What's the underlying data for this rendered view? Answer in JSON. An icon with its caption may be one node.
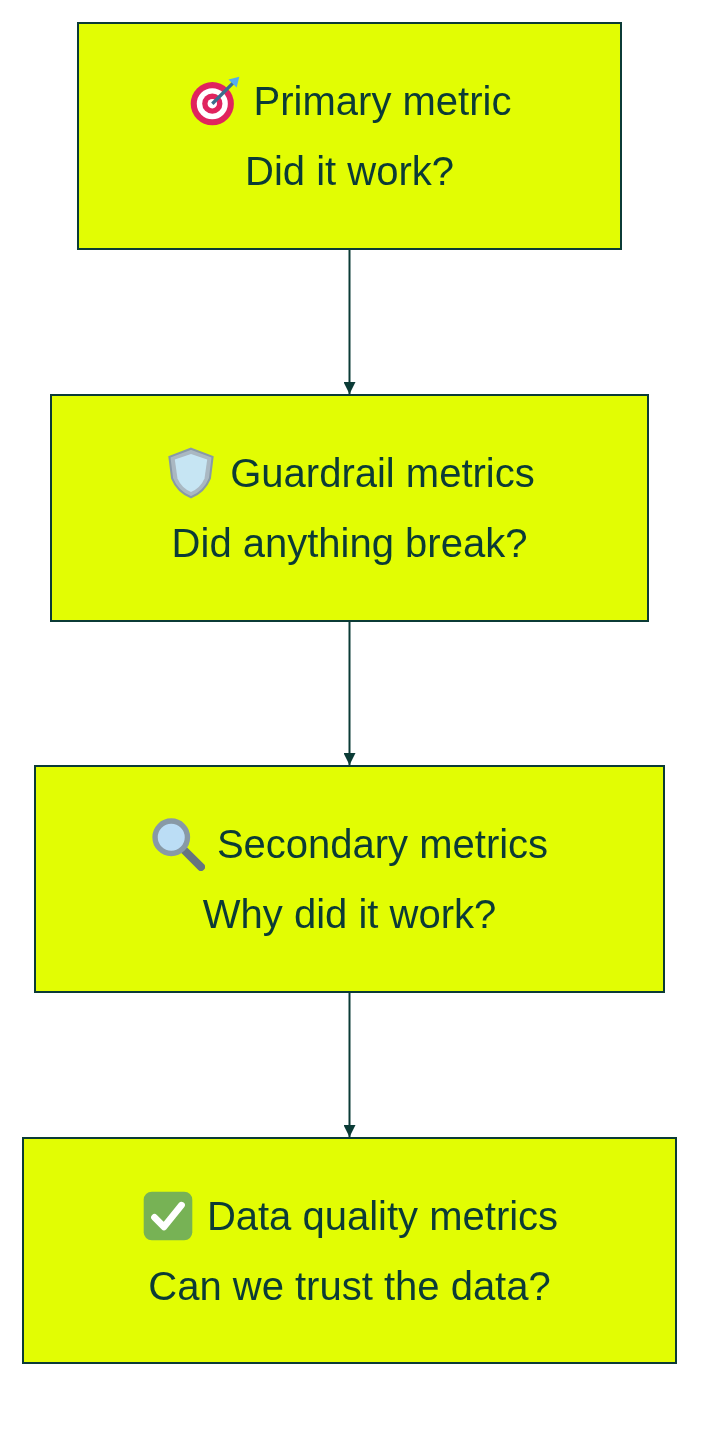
{
  "diagram": {
    "nodes": [
      {
        "text": [
          "Primary metric",
          "Did it work?"
        ]
      },
      {
        "text": [
          "Guardrail metrics",
          "Did anything break?"
        ]
      },
      {
        "text": [
          "Secondary metrics",
          "Why did it work?"
        ]
      },
      {
        "text": [
          "Data quality metrics",
          "Can we trust the data?"
        ]
      }
    ],
    "edges": [
      {
        "from": 0,
        "to": 1,
        "arrow": "to"
      },
      {
        "from": 1,
        "to": 2,
        "arrow": "to"
      },
      {
        "from": 2,
        "to": 3,
        "arrow": "to"
      }
    ]
  }
}
